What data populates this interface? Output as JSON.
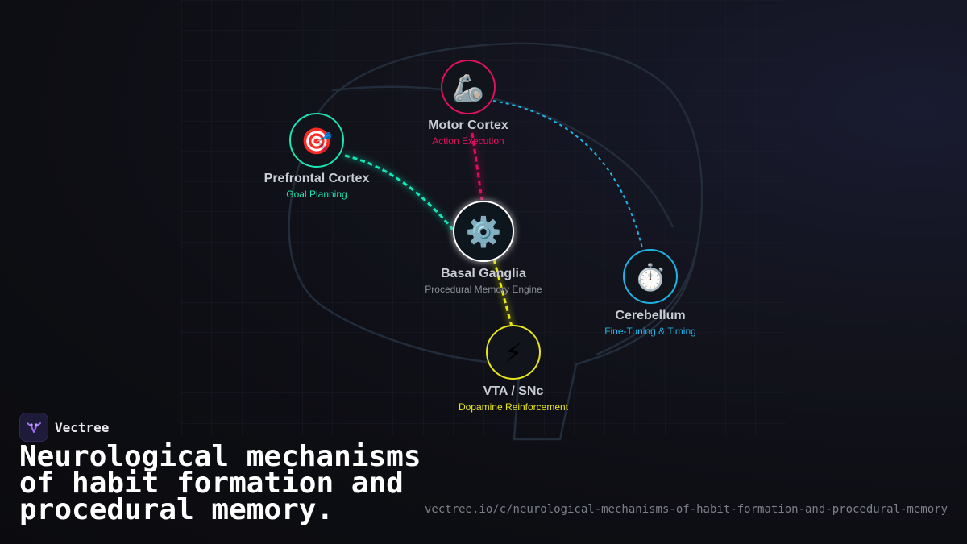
{
  "brand": {
    "name": "Vectree",
    "logo_icon": "vectree-logo-icon"
  },
  "headline": {
    "line1": "Neurological mechanisms",
    "line2": "of habit formation and",
    "line3": "procedural memory."
  },
  "url": "vectree.io/c/neurological-mechanisms-of-habit-formation-and-procedural-memory",
  "colors": {
    "prefrontal": "#19e6b4",
    "motor": "#e0115f",
    "basal": "#ffffff",
    "cerebellum": "#1eb4e6",
    "vta": "#e6e619"
  },
  "nodes": {
    "prefrontal": {
      "title": "Prefrontal Cortex",
      "subtitle": "Goal Planning",
      "icon": "target-icon",
      "glyph": "🎯"
    },
    "motor": {
      "title": "Motor Cortex",
      "subtitle": "Action Execution",
      "icon": "mechanical-arm-icon",
      "glyph": "🦾"
    },
    "basal": {
      "title": "Basal Ganglia",
      "subtitle": "Procedural Memory Engine",
      "icon": "gear-icon",
      "glyph": "⚙️"
    },
    "cerebellum": {
      "title": "Cerebellum",
      "subtitle": "Fine-Tuning & Timing",
      "icon": "stopwatch-icon",
      "glyph": "⏱️"
    },
    "vta": {
      "title": "VTA / SNc",
      "subtitle": "Dopamine Reinforcement",
      "icon": "lightning-icon",
      "glyph": "⚡"
    }
  }
}
